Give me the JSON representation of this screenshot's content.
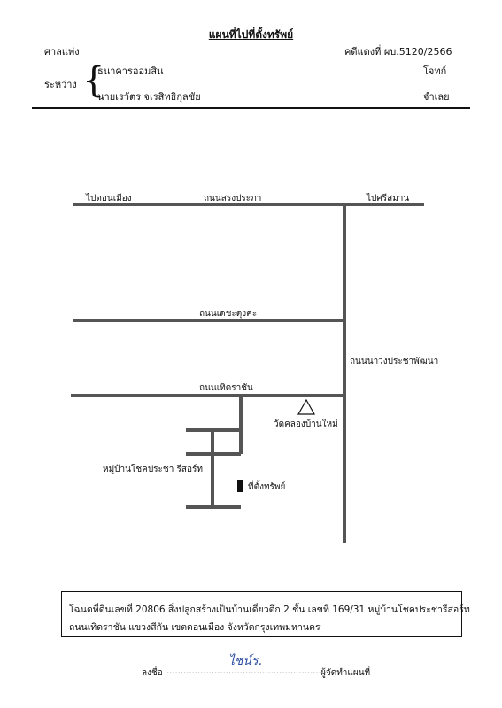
{
  "doc": {
    "title": "แผนที่ไปที่ตั้งทรัพย์",
    "court": "ศาลแพ่ง",
    "case_no": "คดีแดงที่ ผบ.5120/2566",
    "between": "ระหว่าง",
    "plaintiff": "ธนาคารออมสิน",
    "plaintiff_role": "โจทก์",
    "defendant": "นายเรวัตร จเรสิทธิกุลชัย",
    "defendant_role": "จำเลย"
  },
  "map": {
    "labels": {
      "to_donmueang": "ไปดอนเมือง",
      "road_songprapa": "ถนนสรงประภา",
      "to_srisaman": "ไปศรีสมาน",
      "road_detsatangkha": "ถนนเดชะตุงคะ",
      "road_nawongprachaphatthana": "ถนนนาวงประชาพัฒนา",
      "road_thoetrachan": "ถนนเทิดราชัน",
      "temple": "วัดคลองบ้านใหม่",
      "village": "หมู่บ้านโชคประชา รีสอร์ท",
      "property": "ที่ตั้งทรัพย์"
    }
  },
  "info": {
    "line1": "โฉนดที่ดินเลขที่ 20806  สิ่งปลูกสร้างเป็นบ้านเดี่ยวตึก 2 ชั้น เลขที่ 169/31 หมู่บ้านโชคประชารีสอร์ท",
    "line2": "ถนนเทิดราชัน  แขวงสีกัน  เขตดอนเมือง  จังหวัดกรุงเทพมหานคร"
  },
  "signature": {
    "sign_label": "ลงชื่อ",
    "dots": "............................................................",
    "signer_role": "ผู้จัดทำแผนที่",
    "signature_text": "ไชน์ร."
  }
}
